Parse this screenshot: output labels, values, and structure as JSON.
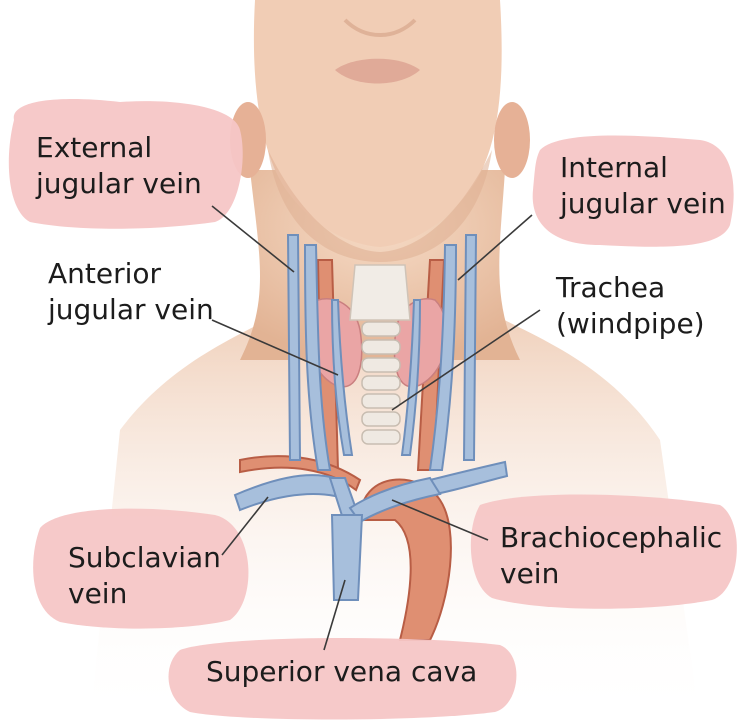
{
  "labels": {
    "external_jugular": [
      "External",
      "jugular vein"
    ],
    "internal_jugular": [
      "Internal",
      "jugular vein"
    ],
    "anterior_jugular": [
      "Anterior",
      "jugular vein"
    ],
    "trachea": [
      "Trachea",
      "(windpipe)"
    ],
    "subclavian": [
      "Subclavian",
      "vein"
    ],
    "brachiocephalic": [
      "Brachiocephalic",
      "vein"
    ],
    "superior_vena_cava": [
      "Superior vena cava"
    ]
  },
  "colors": {
    "highlight": "#f6c6c6",
    "skin": "#f2cdb5",
    "skin_shadow": "#dda98c",
    "vein": "#a7bfdc",
    "vein_outline": "#6f8fbb",
    "artery": "#dd8a6c",
    "artery_outline": "#b85d45",
    "thyroid": "#eaa5a5",
    "trachea": "#efe9e2",
    "leader_line": "#3a3a3a"
  }
}
